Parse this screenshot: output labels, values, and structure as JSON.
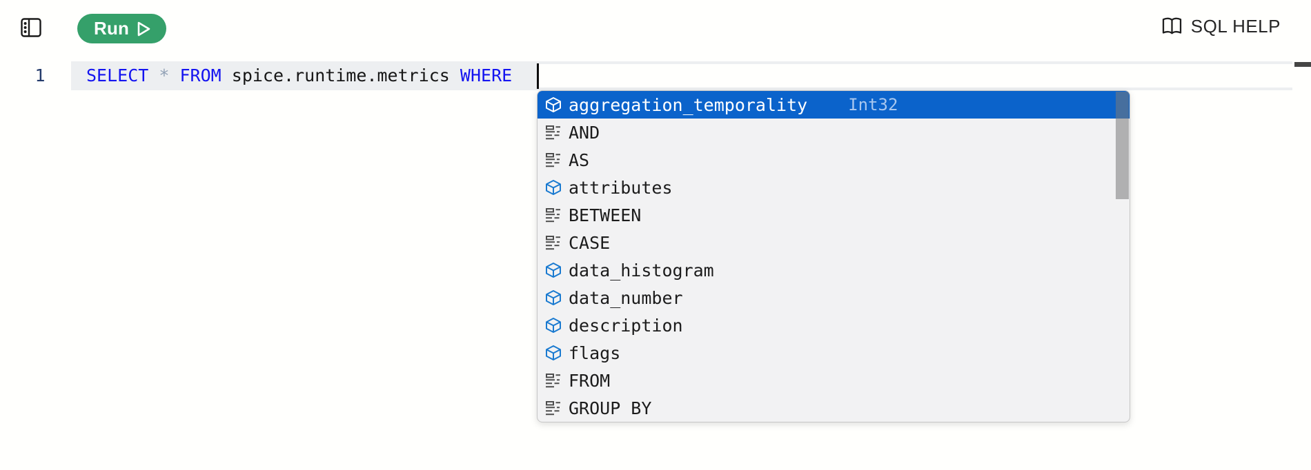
{
  "toolbar": {
    "run_label": "Run",
    "sql_help_label": "SQL HELP"
  },
  "editor": {
    "line_number": "1",
    "tokens": [
      {
        "text": "SELECT",
        "type": "keyword"
      },
      {
        "text": " ",
        "type": "plain"
      },
      {
        "text": "*",
        "type": "operator"
      },
      {
        "text": " ",
        "type": "plain"
      },
      {
        "text": "FROM",
        "type": "keyword"
      },
      {
        "text": " ",
        "type": "plain"
      },
      {
        "text": "spice.runtime.metrics",
        "type": "name"
      },
      {
        "text": " ",
        "type": "plain"
      },
      {
        "text": "WHERE",
        "type": "keyword"
      }
    ]
  },
  "autocomplete": {
    "items": [
      {
        "label": "aggregation_temporality",
        "kind": "column",
        "detail": "Int32",
        "selected": true
      },
      {
        "label": "AND",
        "kind": "keyword",
        "detail": "",
        "selected": false
      },
      {
        "label": "AS",
        "kind": "keyword",
        "detail": "",
        "selected": false
      },
      {
        "label": "attributes",
        "kind": "column",
        "detail": "",
        "selected": false
      },
      {
        "label": "BETWEEN",
        "kind": "keyword",
        "detail": "",
        "selected": false
      },
      {
        "label": "CASE",
        "kind": "keyword",
        "detail": "",
        "selected": false
      },
      {
        "label": "data_histogram",
        "kind": "column",
        "detail": "",
        "selected": false
      },
      {
        "label": "data_number",
        "kind": "column",
        "detail": "",
        "selected": false
      },
      {
        "label": "description",
        "kind": "column",
        "detail": "",
        "selected": false
      },
      {
        "label": "flags",
        "kind": "column",
        "detail": "",
        "selected": false
      },
      {
        "label": "FROM",
        "kind": "keyword",
        "detail": "",
        "selected": false
      },
      {
        "label": "GROUP BY",
        "kind": "keyword",
        "detail": "",
        "selected": false
      }
    ]
  },
  "colors": {
    "run_button_green": "#35a06a",
    "selected_item_blue": "#0b63cb",
    "keyword_token_blue": "#1414f0",
    "column_icon_blue": "#1a7ad0",
    "detail_text_blue": "#a8c7ef",
    "active_line_gray": "#edeff1",
    "dropdown_bg": "#f2f2f3"
  }
}
